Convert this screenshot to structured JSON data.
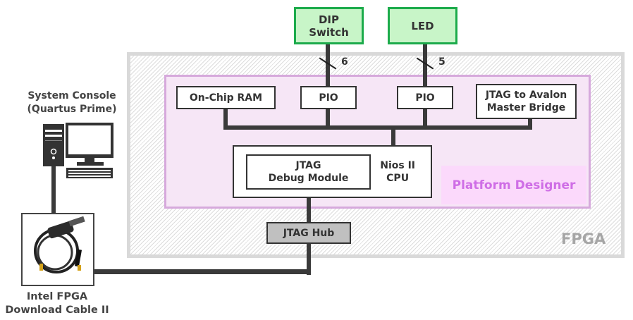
{
  "diagram": {
    "region_fpga": {
      "label": "FPGA"
    },
    "region_platform_designer": {
      "label": "Platform Designer"
    },
    "external": {
      "dip_switch": {
        "label_line1": "DIP",
        "label_line2": "Switch",
        "bus_width": "6"
      },
      "led": {
        "label": "LED",
        "bus_width": "5"
      }
    },
    "components": {
      "on_chip_ram": "On-Chip RAM",
      "pio_1": "PIO",
      "pio_2": "PIO",
      "jtag_avalon_line1": "JTAG to Avalon",
      "jtag_avalon_line2": "Master Bridge",
      "jtag_debug_line1": "JTAG",
      "jtag_debug_line2": "Debug Module",
      "nios_line1": "Nios II",
      "nios_line2": "CPU",
      "jtag_hub": "JTAG Hub"
    },
    "host": {
      "title_line1": "System Console",
      "title_line2": "(Quartus Prime)",
      "icon": "desktop-computer-icon"
    },
    "cable": {
      "label_line1": "Intel FPGA",
      "label_line2": "Download Cable II",
      "icon": "usb-cable-icon"
    },
    "colors": {
      "external_fill": "#c8f5c8",
      "external_border": "#1cab4b",
      "platform_designer_fill": "#f6e6f6",
      "platform_designer_border": "#d6a9dc",
      "platform_designer_text": "#cf6ee6",
      "fpga_border": "#d9d9d9",
      "wire": "#3a3a3a"
    }
  }
}
